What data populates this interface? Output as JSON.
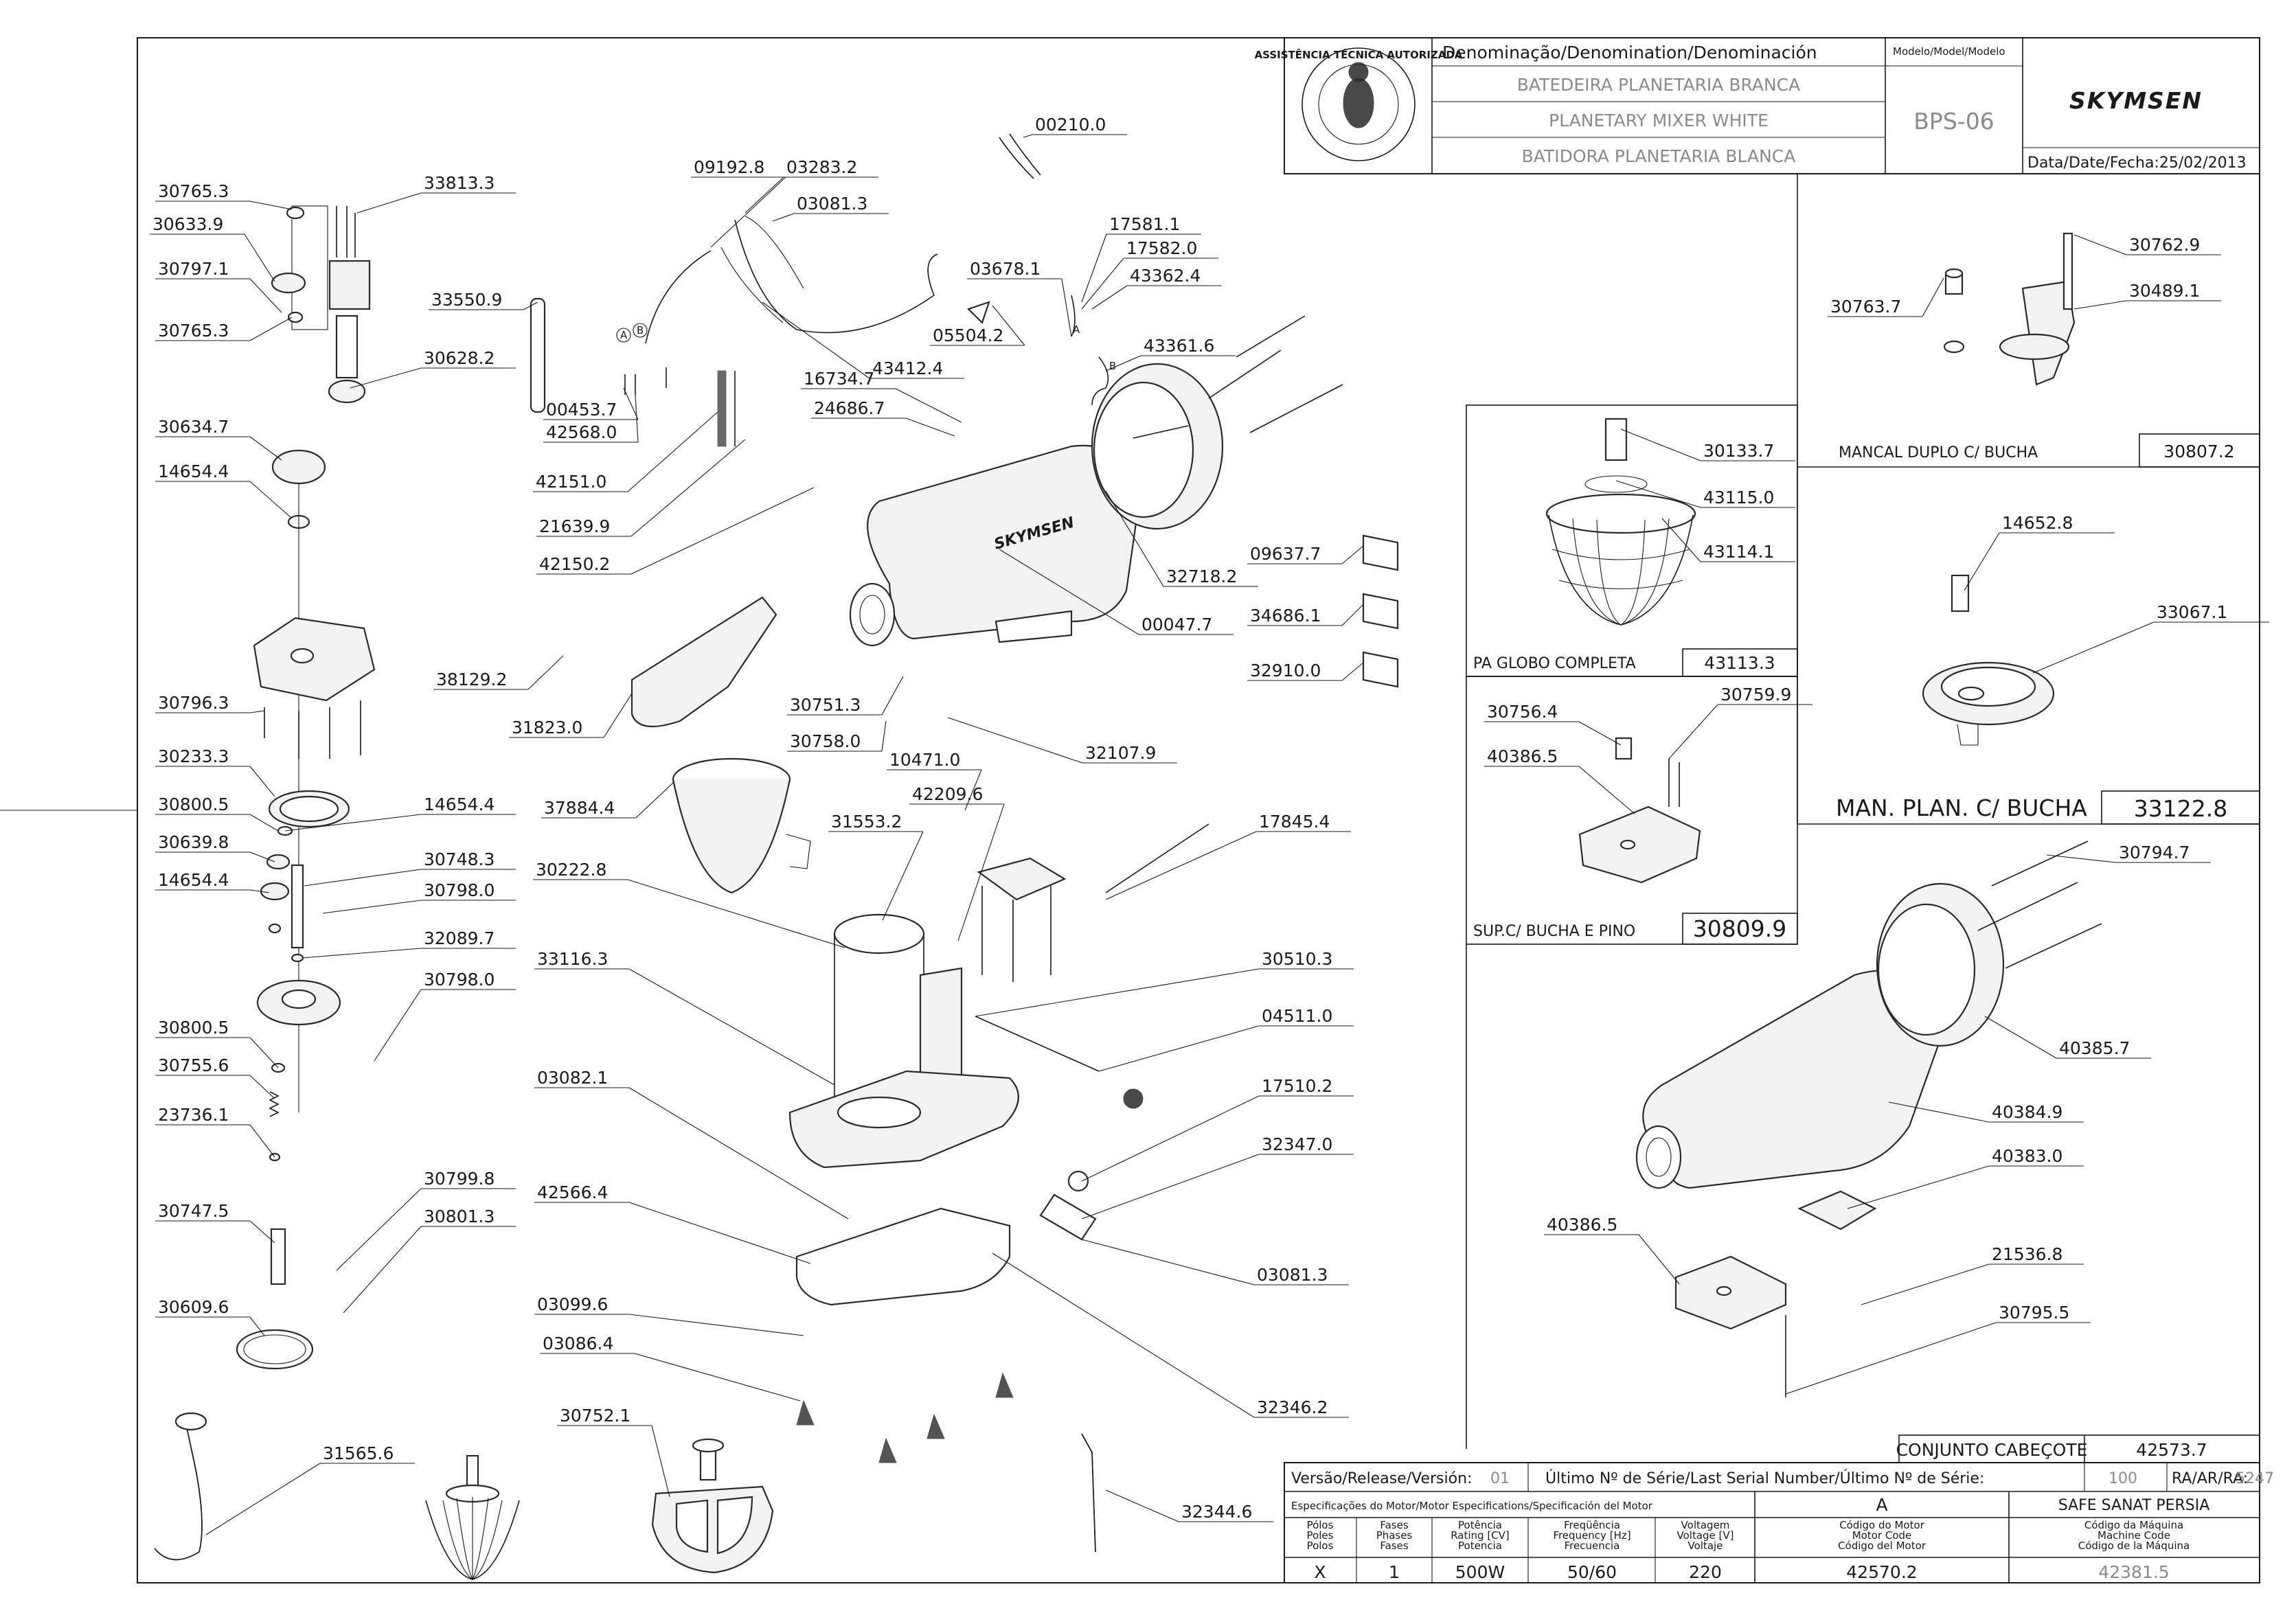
{
  "title_block": {
    "denomination_header": "Denominação/Denomination/Denominación",
    "model_header": "Modelo/Model/Modelo",
    "name_pt": "BATEDEIRA PLANETARIA BRANCA",
    "name_en": "PLANETARY MIXER WHITE",
    "name_es": "BATIDORA PLANETARIA BLANCA",
    "model": "BPS-06",
    "brand": "SKYMSEN",
    "date": "Data/Date/Fecha:25/02/2013",
    "seal_text": "ASSISTÊNCIA TÉCNICA AUTORIZADA"
  },
  "insets": {
    "bearing": {
      "name": "MANCAL DUPLO C/ BUCHA",
      "code": "30807.2"
    },
    "globe": {
      "name": "PA GLOBO COMPLETA",
      "code": "43113.3"
    },
    "support": {
      "name": "SUP.C/ BUCHA E PINO",
      "code": "30809.9"
    },
    "planetary": {
      "name": "MAN. PLAN. C/ BUCHA",
      "code": "33122.8"
    },
    "head": {
      "name": "CONJUNTO CABEÇOTE",
      "code": "42573.7"
    }
  },
  "bottom_table": {
    "version_label": "Versão/Release/Versión:",
    "version": "01",
    "serial_label": "Último Nº de Série/Last Serial Number/Último Nº de Série:",
    "serial": "100",
    "ra_label": "RA/AR/RA:",
    "ra": "5247",
    "spec_label": "Especificações do Motor/Motor Especifications/Specificación del Motor",
    "variant": "A",
    "customer": "SAFE SANAT PERSIA",
    "col_heads": [
      "Pólos\nPoles\nPolos",
      "Fases\nPhases\nFases",
      "Potência\nRating [CV]\nPotencia",
      "Freqüência\nFrequency [Hz]\nFrecuencia",
      "Voltagem\nVoltage [V]\nVoltaje",
      "Código do Motor\nMotor Code\nCódigo del Motor",
      "Código da Máquina\nMachine Code\nCódigo de la Máquina"
    ],
    "values": [
      "X",
      "1",
      "500W",
      "50/60",
      "220",
      "42570.2",
      "42381.5"
    ]
  },
  "letters": {
    "a": "A",
    "b": "B"
  },
  "part_labels": [
    "30765.3",
    "33813.3",
    "30633.9",
    "30797.1",
    "30765.3",
    "30628.2",
    "33550.9",
    "30634.7",
    "14654.4",
    "30796.3",
    "30233.3",
    "30800.5",
    "14654.4",
    "30639.8",
    "30748.3",
    "14654.4",
    "30798.0",
    "32089.7",
    "30798.0",
    "30800.5",
    "30755.6",
    "23736.1",
    "30799.8",
    "30747.5",
    "30801.3",
    "30609.6",
    "31565.6",
    "30752.1",
    "32344.6",
    "00453.7",
    "42568.0",
    "42151.0",
    "21639.9",
    "42150.2",
    "38129.2",
    "31823.0",
    "09192.8",
    "03283.2",
    "03081.3",
    "00210.0",
    "05504.2",
    "43412.4",
    "03678.1",
    "17581.1",
    "17582.0",
    "43362.4",
    "43361.6",
    "16734.7",
    "24686.7",
    "32718.2",
    "00047.7",
    "09637.7",
    "34686.1",
    "32910.0",
    "30751.3",
    "30758.0",
    "32107.9",
    "10471.0",
    "42209.6",
    "37884.4",
    "31553.2",
    "30222.8",
    "17845.4",
    "33116.3",
    "30510.3",
    "04511.0",
    "03082.1",
    "17510.2",
    "32347.0",
    "42566.4",
    "03081.3",
    "03099.6",
    "03086.4",
    "32346.2",
    "30762.9",
    "30489.1",
    "30763.7",
    "30133.7",
    "43115.0",
    "43114.1",
    "30756.4",
    "30759.9",
    "40386.5",
    "14652.8",
    "33067.1",
    "30794.7",
    "40385.7",
    "40384.9",
    "40383.0",
    "40386.5",
    "21536.8",
    "30795.5"
  ]
}
